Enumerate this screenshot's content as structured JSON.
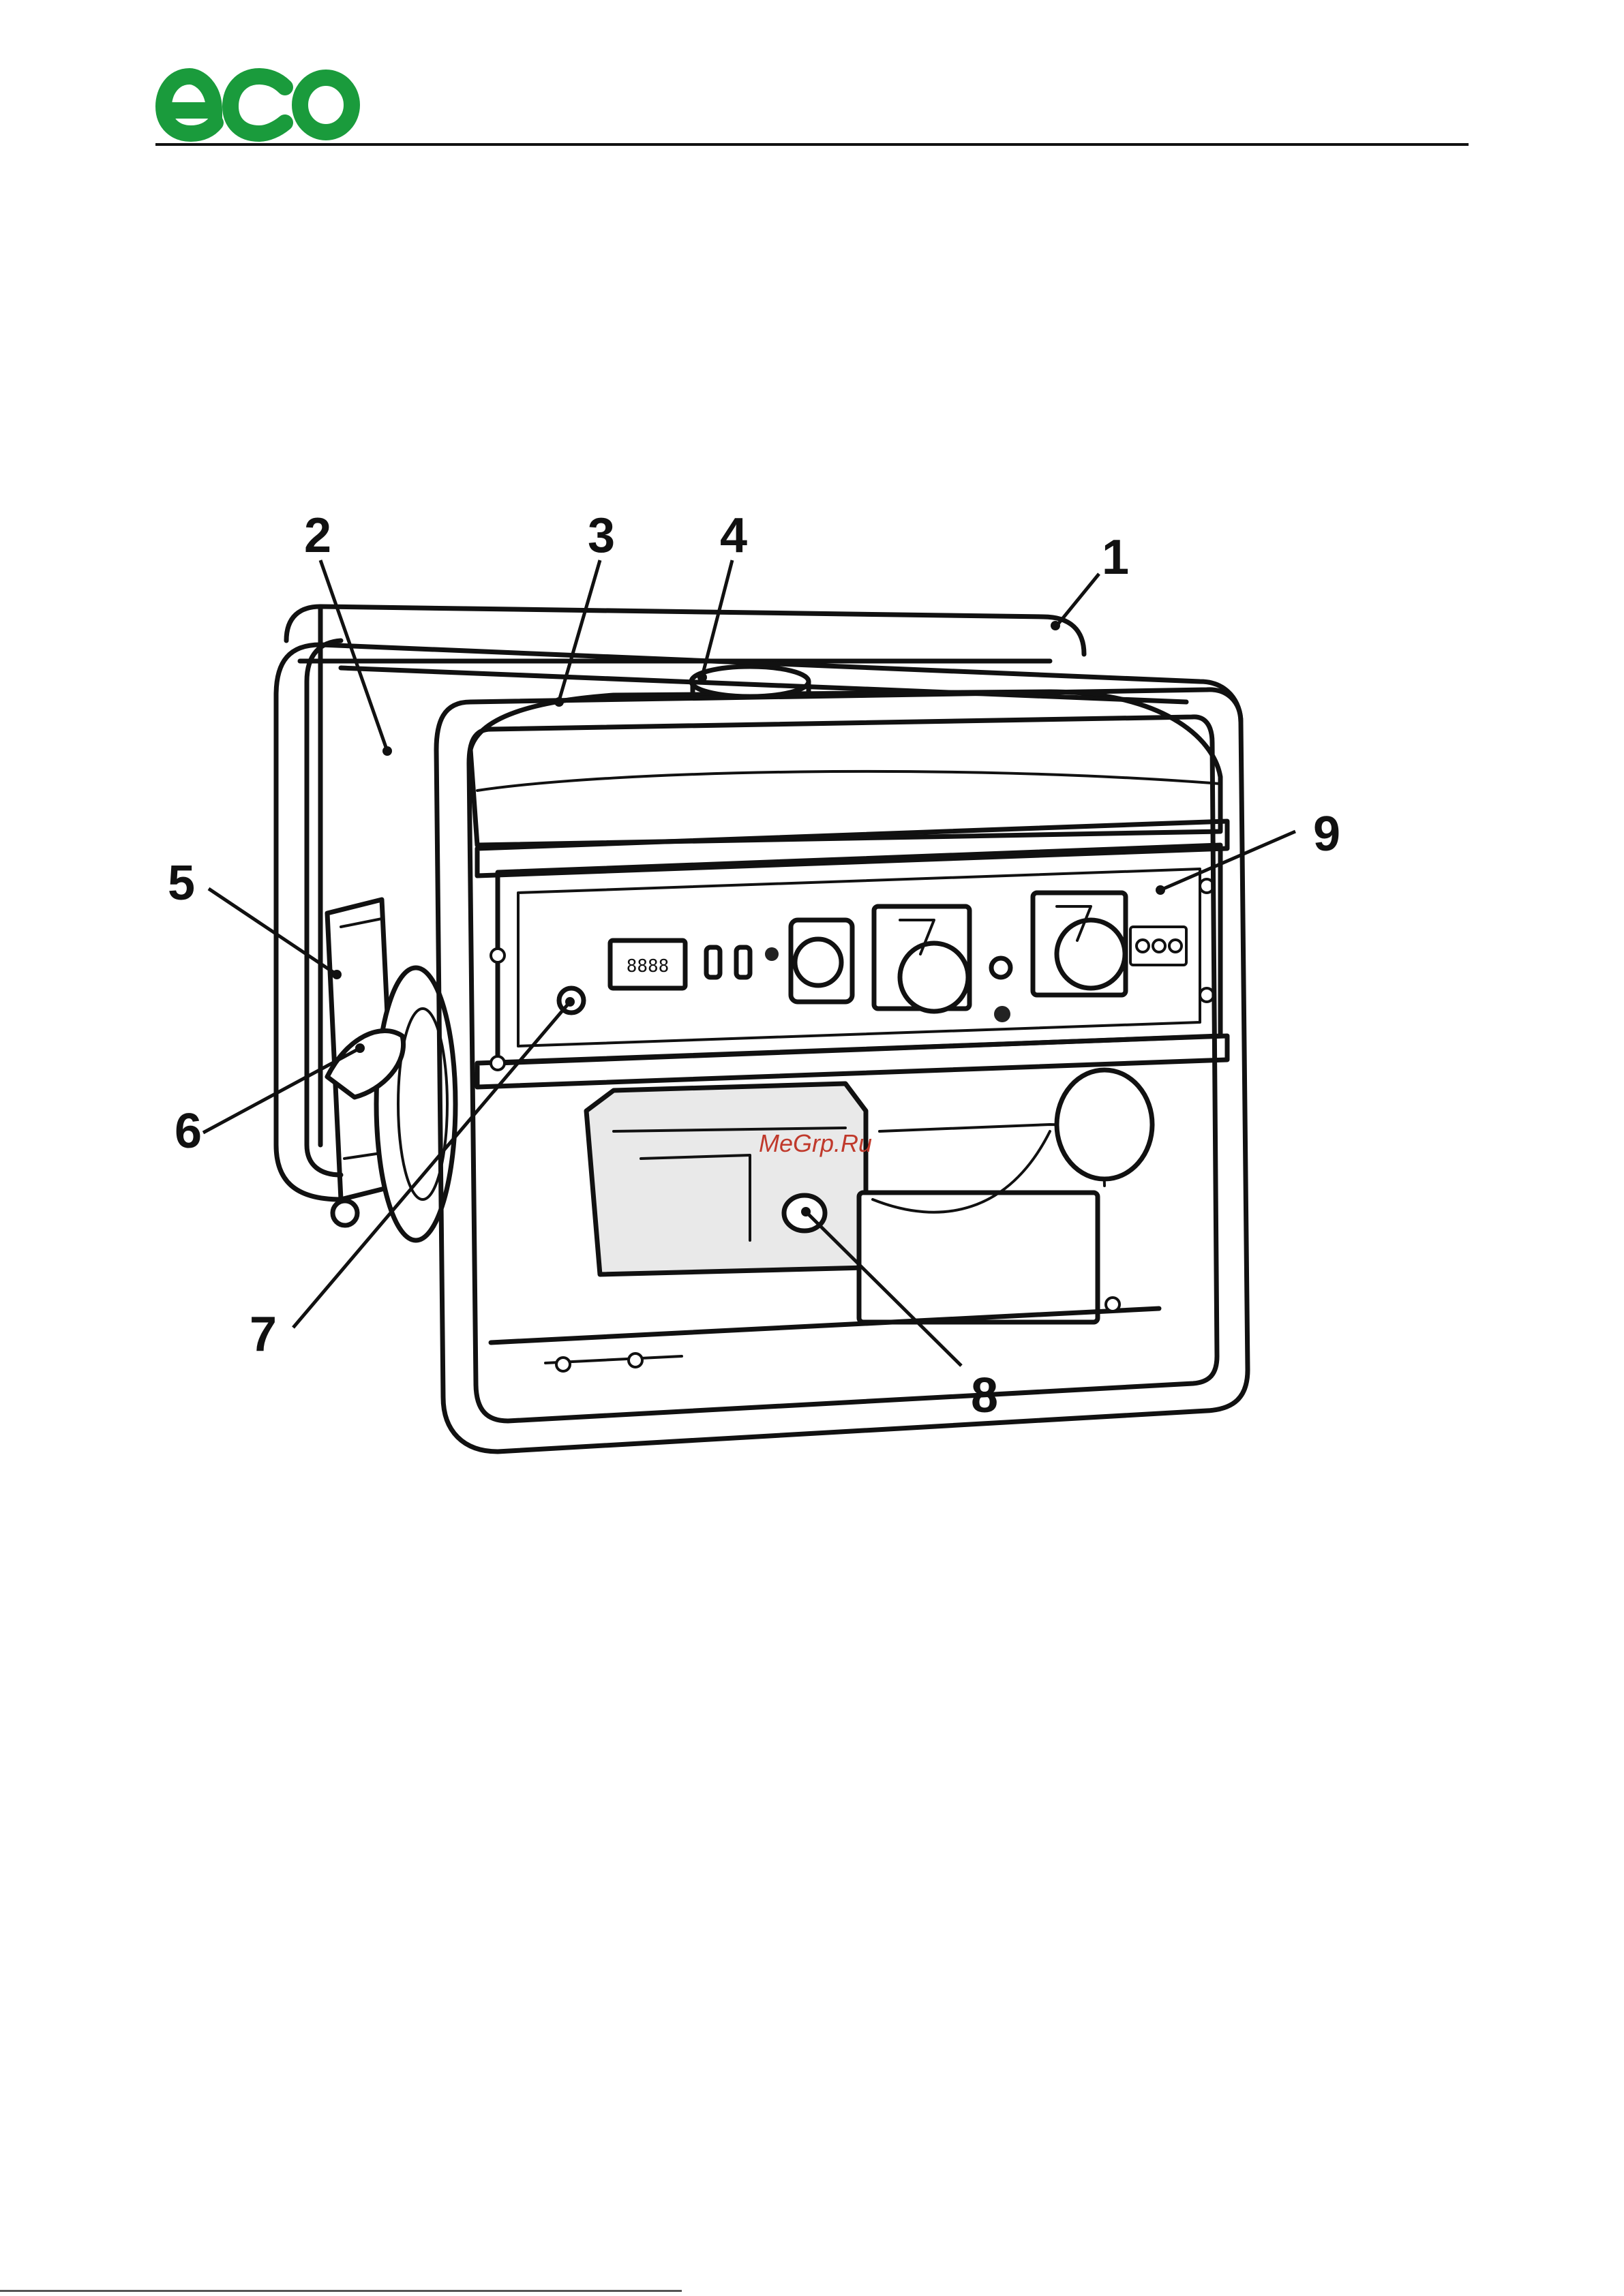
{
  "header": {
    "logo_text": "eco",
    "brand_color": "#1a9b3c"
  },
  "figure": {
    "callouts": [
      {
        "label": "1"
      },
      {
        "label": "2"
      },
      {
        "label": "3"
      },
      {
        "label": "4"
      },
      {
        "label": "5"
      },
      {
        "label": "6"
      },
      {
        "label": "7"
      },
      {
        "label": "8"
      },
      {
        "label": "9"
      }
    ],
    "watermark": "MeGrp.Ru",
    "display_readout": "8888"
  }
}
